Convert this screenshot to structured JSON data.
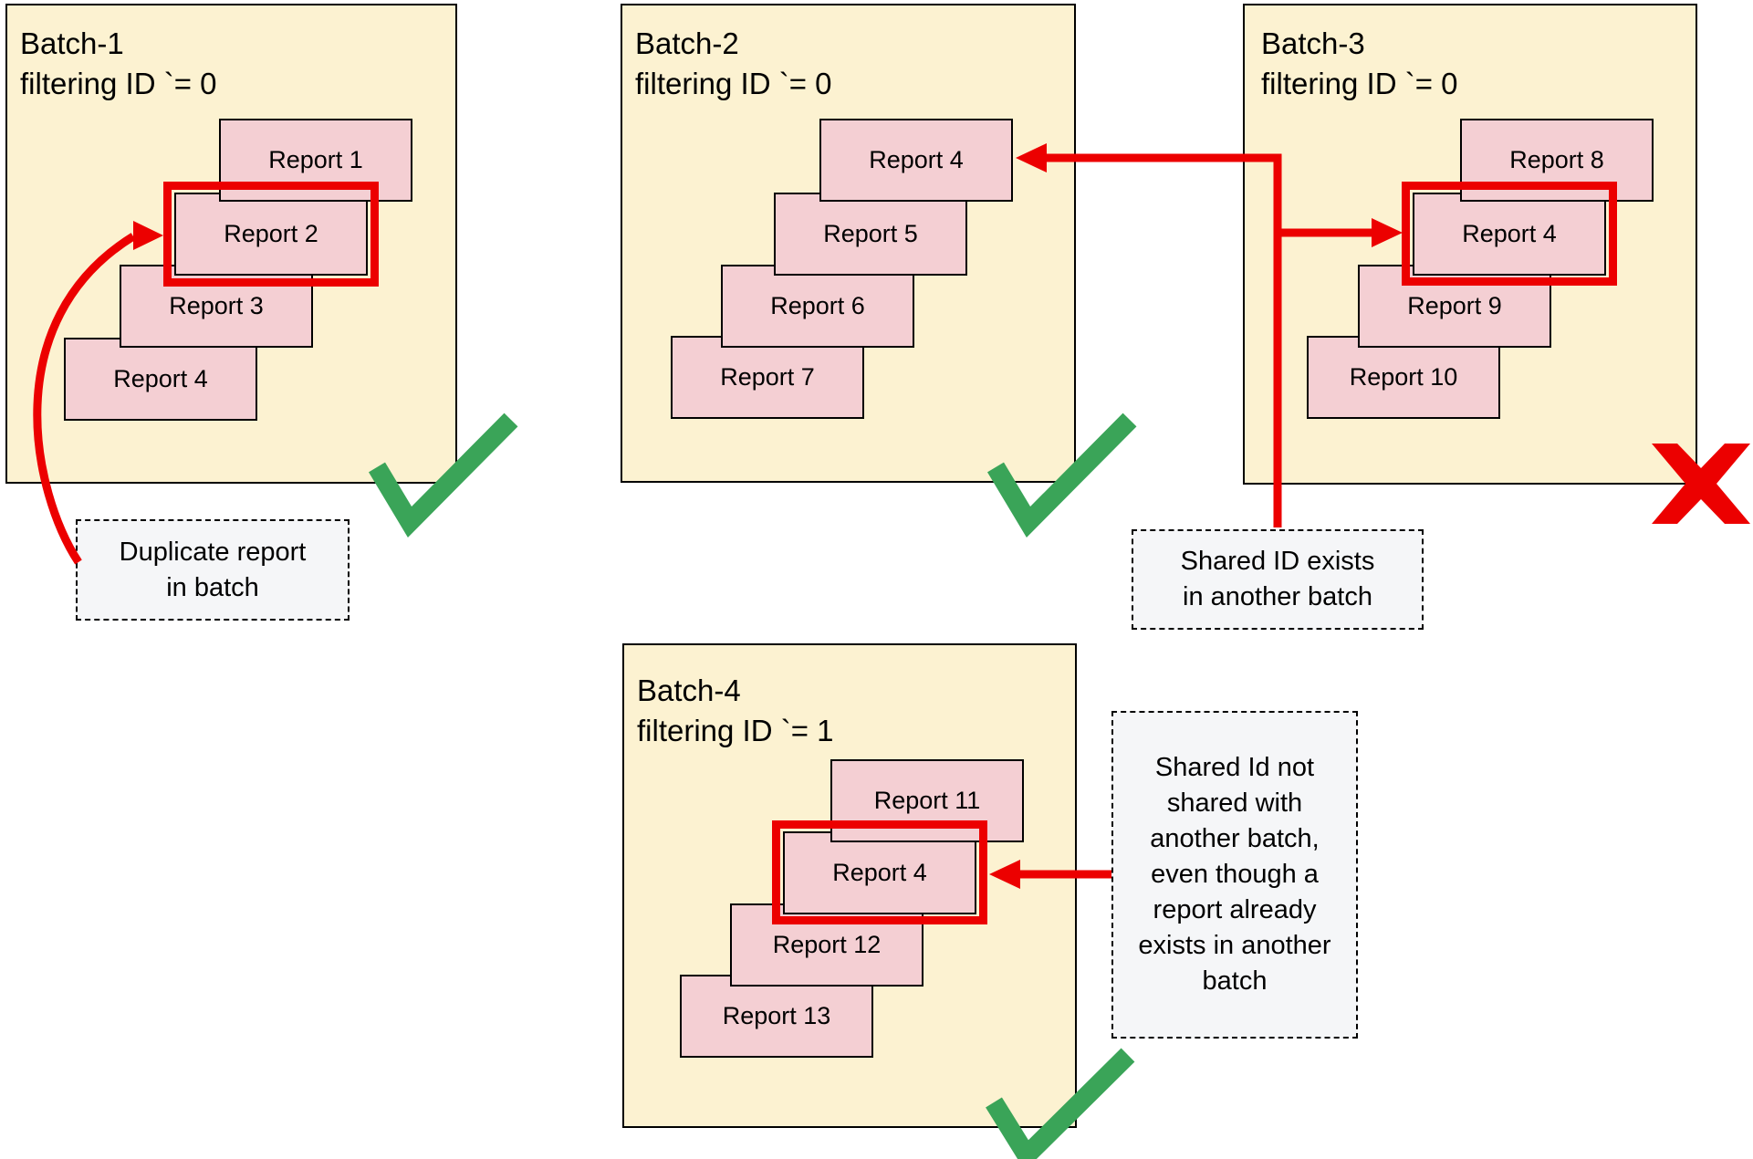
{
  "colors": {
    "batch_fill": "#FCF2D1",
    "batch_border": "#000000",
    "card_fill": "#F4CFD3",
    "card_border": "#000000",
    "accent_red": "#EC0000",
    "check_green": "#3AA458",
    "note_fill": "#F5F6F8",
    "note_border": "#000000",
    "text_color": "#000000"
  },
  "batches": [
    {
      "name": "Batch-1",
      "filter": "filtering ID `= 0",
      "status": "valid",
      "highlighted_report": "Report 2",
      "reports": [
        "Report 1",
        "Report 2",
        "Report 3",
        "Report 4"
      ]
    },
    {
      "name": "Batch-2",
      "filter": "filtering ID `= 0",
      "status": "valid",
      "highlighted_report": null,
      "reports": [
        "Report 4",
        "Report 5",
        "Report 6",
        "Report 7"
      ]
    },
    {
      "name": "Batch-3",
      "filter": "filtering ID `= 0",
      "status": "invalid",
      "highlighted_report": "Report 4",
      "reports": [
        "Report 8",
        "Report 4",
        "Report 9",
        "Report 10"
      ]
    },
    {
      "name": "Batch-4",
      "filter": "filtering ID `= 1",
      "status": "valid",
      "highlighted_report": "Report 4",
      "reports": [
        "Report 11",
        "Report 4",
        "Report 12",
        "Report 13"
      ]
    }
  ],
  "annotations": [
    {
      "id": "duplicate-report-note",
      "lines": [
        "Duplicate report",
        "in batch"
      ]
    },
    {
      "id": "shared-id-exists-note",
      "lines": [
        "Shared ID exists",
        "in another batch"
      ]
    },
    {
      "id": "shared-id-not-shared-note",
      "lines": [
        "Shared Id not",
        "shared with",
        "another batch,",
        "even though a",
        "report already",
        "exists in another",
        "batch"
      ]
    }
  ]
}
